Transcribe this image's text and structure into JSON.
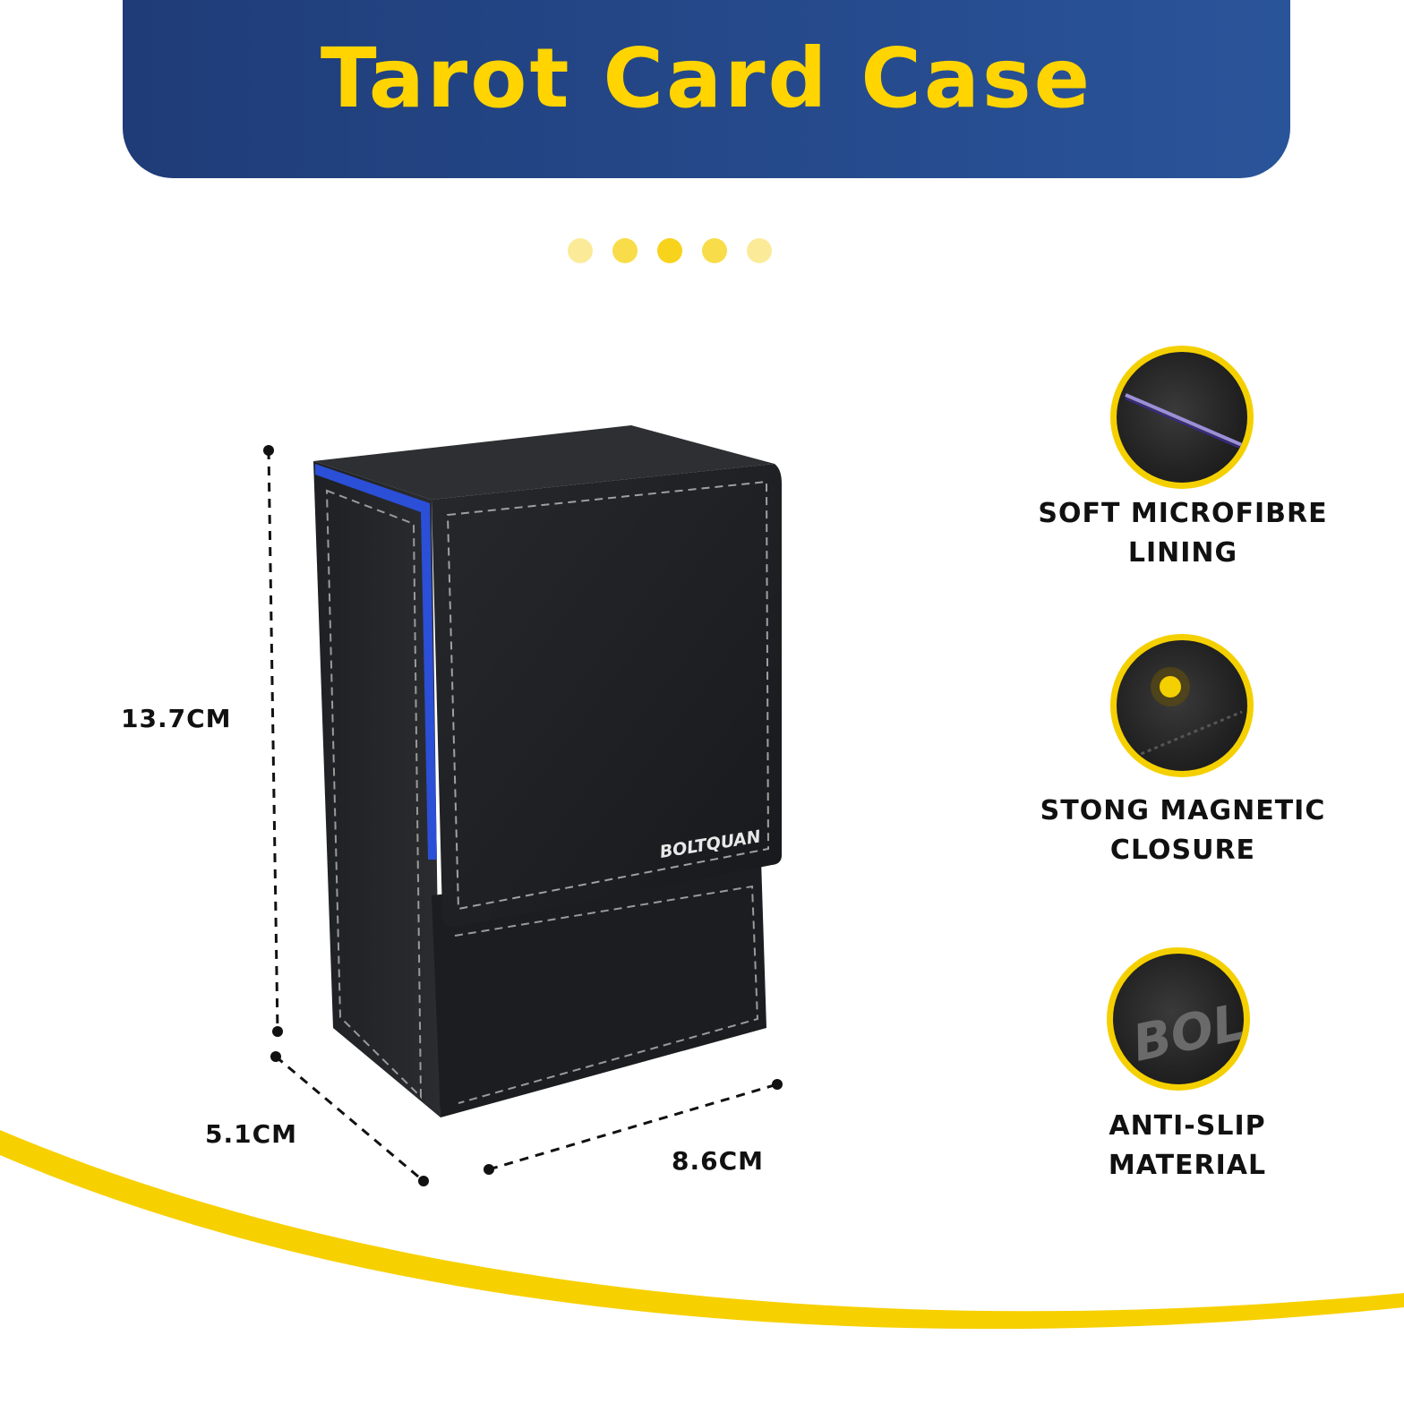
{
  "banner": {
    "title": "Tarot Card Case"
  },
  "product": {
    "brand": "BOLTQUAN"
  },
  "dimensions": {
    "height": "13.7CM",
    "depth": "5.1CM",
    "width": "8.6CM"
  },
  "features": [
    {
      "line1": "SOFT MICROFIBRE",
      "line2": "LINING"
    },
    {
      "line1": "STONG MAGNETIC",
      "line2": "CLOSURE"
    },
    {
      "line1": "ANTI-SLIP",
      "line2": "MATERIAL",
      "detail": "BOL"
    }
  ],
  "colors": {
    "accent": "#ffd400",
    "banner": "#1f3c78",
    "case": "#1b1d20",
    "lining": "#2b4fd6"
  }
}
